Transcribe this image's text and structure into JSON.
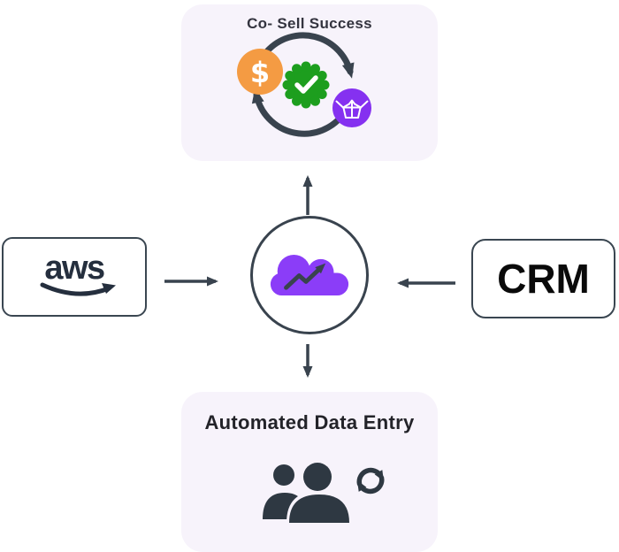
{
  "top_card": {
    "title": "Co- Sell Success",
    "dollar_glyph": "$"
  },
  "bottom_card": {
    "title": "Automated Data Entry"
  },
  "left_node": {
    "label": "aws"
  },
  "right_node": {
    "label": "CRM"
  },
  "icons": {
    "top_cycle": "cycle-arrows-icon",
    "dollar_coin": "dollar-coin-icon",
    "verified_badge": "verified-check-badge-icon",
    "open_package": "open-package-icon",
    "center_cloud": "cloud-trend-arrow-icon",
    "aws_swoosh": "amazon-smile-arrow-icon",
    "people": "people-group-icon",
    "sync": "sync-arrows-icon"
  },
  "colors": {
    "background": "#FFFFFF",
    "card_lavender": "#F7F3FB",
    "slate_dark": "#39434E",
    "aws_navy": "#252F3E",
    "crm_black": "#0A0A0A",
    "cloud_purple": "#8B3DF8",
    "package_purple": "#8531F0",
    "dollar_orange": "#F49B43",
    "badge_green": "#1D9E1E"
  }
}
